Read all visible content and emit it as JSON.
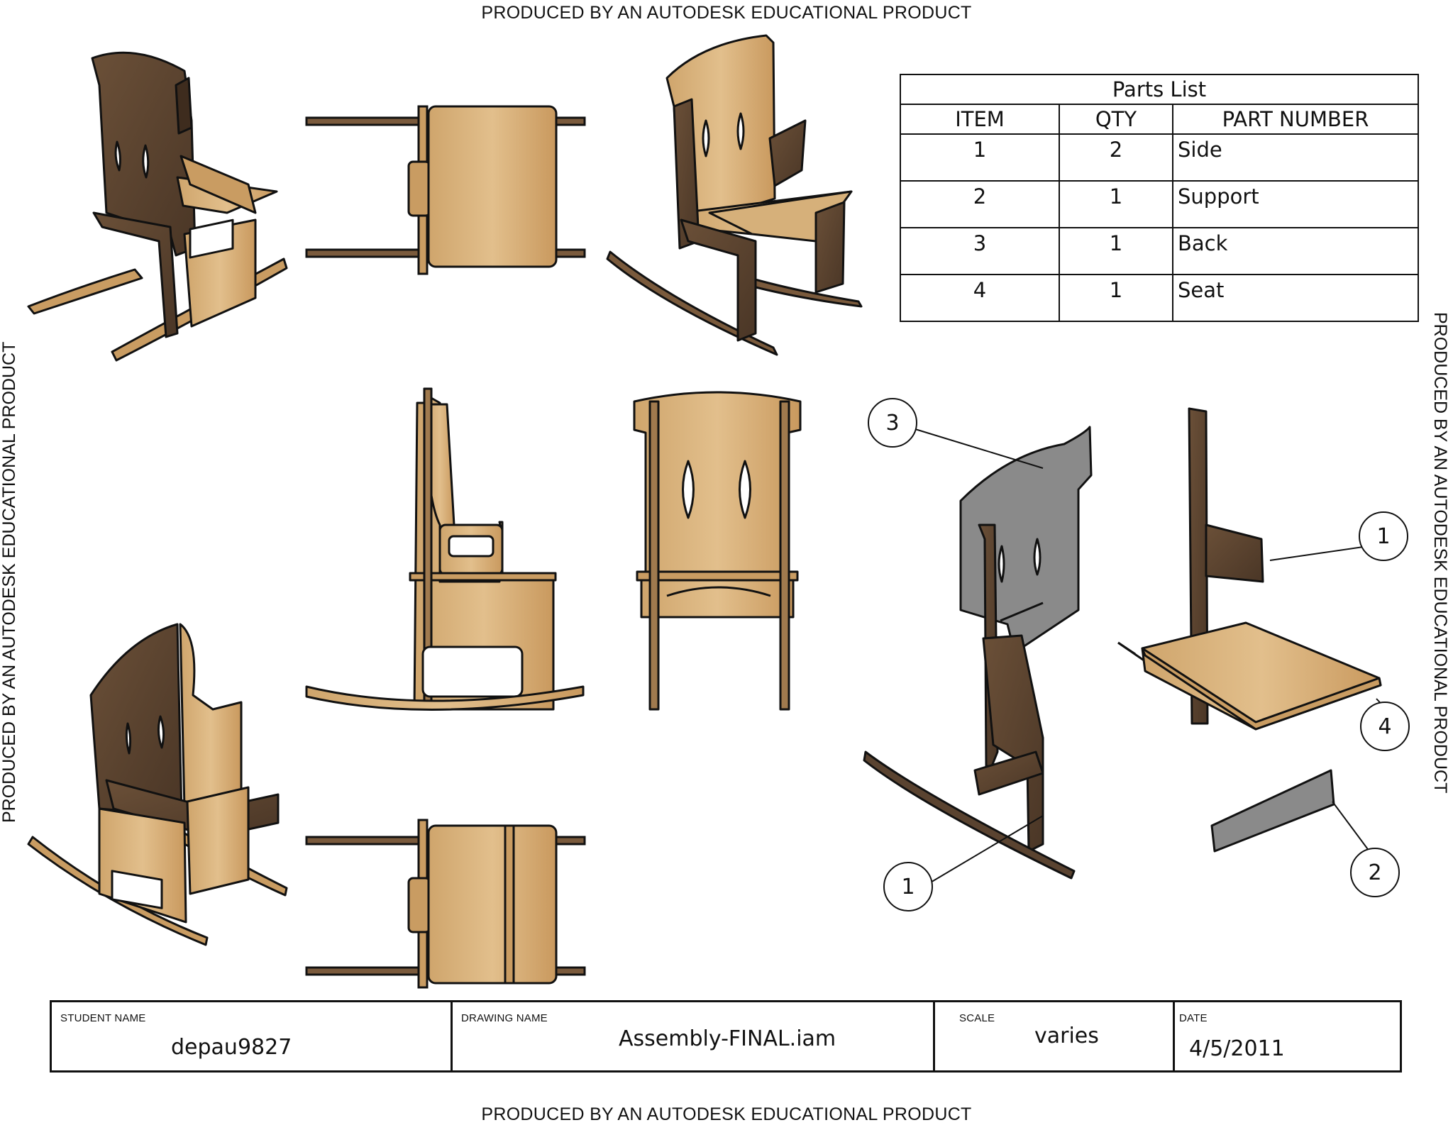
{
  "watermark": {
    "top": "PRODUCED BY AN AUTODESK EDUCATIONAL PRODUCT",
    "bottom": "PRODUCED BY AN AUTODESK EDUCATIONAL PRODUCT",
    "left": "PRODUCED BY AN AUTODESK EDUCATIONAL PRODUCT",
    "right": "PRODUCED BY AN AUTODESK EDUCATIONAL PRODUCT"
  },
  "parts_list": {
    "title": "Parts List",
    "headers": [
      "ITEM",
      "QTY",
      "PART NUMBER"
    ],
    "rows": [
      {
        "item": "1",
        "qty": "2",
        "part": "Side"
      },
      {
        "item": "2",
        "qty": "1",
        "part": "Support"
      },
      {
        "item": "3",
        "qty": "1",
        "part": "Back"
      },
      {
        "item": "4",
        "qty": "1",
        "part": "Seat"
      }
    ]
  },
  "balloons": [
    "3",
    "1",
    "4",
    "1",
    "2"
  ],
  "title_block": {
    "student_name_label": "STUDENT NAME",
    "student_name": "depau9827",
    "drawing_name_label": "DRAWING NAME",
    "drawing_name": "Assembly-FINAL.iam",
    "scale_label": "SCALE",
    "scale": "varies",
    "date_label": "DATE",
    "date": "4/5/2011"
  },
  "colors": {
    "wood_light": "#d8b07a",
    "wood_dark": "#5a4330",
    "wood_mid": "#c99c62",
    "back_panel": "#8a8a8a",
    "outline": "#111111"
  }
}
